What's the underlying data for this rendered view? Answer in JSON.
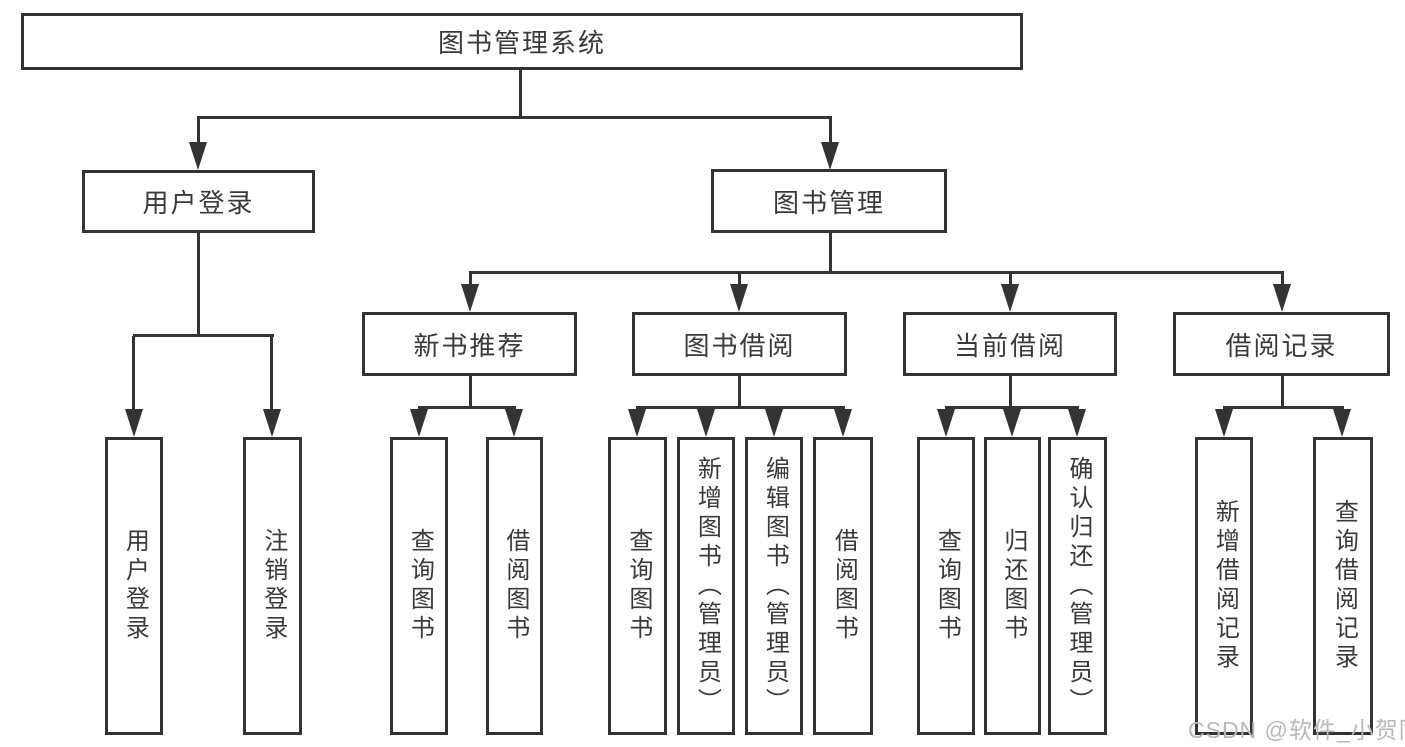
{
  "diagram": {
    "type": "tree",
    "title": "图书管理系统",
    "hierarchy": {
      "label": "图书管理系统",
      "children": [
        {
          "label": "用户登录",
          "children": [
            {
              "label": "用户登录"
            },
            {
              "label": "注销登录"
            }
          ]
        },
        {
          "label": "图书管理",
          "children": [
            {
              "label": "新书推荐",
              "children": [
                {
                  "label": "查询图书"
                },
                {
                  "label": "借阅图书"
                }
              ]
            },
            {
              "label": "图书借阅",
              "children": [
                {
                  "label": "查询图书"
                },
                {
                  "label": "新增图书（管理员）"
                },
                {
                  "label": "编辑图书（管理员）"
                },
                {
                  "label": "借阅图书"
                }
              ]
            },
            {
              "label": "当前借阅",
              "children": [
                {
                  "label": "查询图书"
                },
                {
                  "label": "归还图书"
                },
                {
                  "label": "确认归还（管理员）"
                }
              ]
            },
            {
              "label": "借阅记录",
              "children": [
                {
                  "label": "新增借阅记录"
                },
                {
                  "label": "查询借阅记录"
                }
              ]
            }
          ]
        }
      ]
    }
  },
  "nodes": {
    "root": "图书管理系统",
    "user_login": "用户登录",
    "book_mgmt": "图书管理",
    "new_books": "新书推荐",
    "borrow": "图书借阅",
    "current": "当前借阅",
    "records": "借阅记录",
    "ul_login": "用户登录",
    "ul_logout": "注销登录",
    "nb_query": "查询图书",
    "nb_borrow": "借阅图书",
    "bb_query": "查询图书",
    "bb_add": "新增图书（管理员）",
    "bb_edit": "编辑图书（管理员）",
    "bb_borrow": "借阅图书",
    "cb_query": "查询图书",
    "cb_return": "归还图书",
    "cb_confirm": "确认归还（管理员）",
    "br_add": "新增借阅记录",
    "br_query": "查询借阅记录"
  },
  "watermark": "CSDN @软件_小贺同学",
  "colors": {
    "line": "#333333",
    "text": "#3a3a3a",
    "background": "#ffffff",
    "watermark": "#b9b9b9"
  }
}
